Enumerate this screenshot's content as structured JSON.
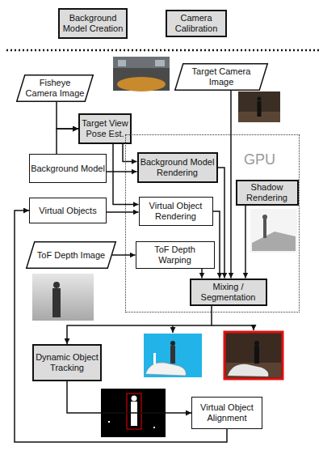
{
  "diagram": {
    "nodes": [
      {
        "text": [
          "Background Model Creation"
        ]
      },
      {
        "text": [
          "Camera Calibration"
        ]
      },
      {
        "text": [
          "Fisheye Camera Image"
        ]
      },
      {
        "text": [
          "Target Camera Image"
        ]
      },
      {
        "text": [
          "Target View Pose Est."
        ]
      },
      {
        "text": [
          "GPU"
        ]
      },
      {
        "text": [
          "Background Model"
        ]
      },
      {
        "text": [
          "Background Model Rendering"
        ],
        "in": 5
      },
      {
        "text": [
          "Shadow Rendering"
        ],
        "in": 5
      },
      {
        "text": [
          "Virtual Objects"
        ]
      },
      {
        "text": [
          "Virtual Object Rendering"
        ],
        "in": 5
      },
      {
        "text": [
          "ToF Depth Image"
        ]
      },
      {
        "text": [
          "ToF Depth Warping"
        ],
        "in": 5
      },
      {
        "text": [
          "Mixing / Segmentation"
        ],
        "in": 5
      },
      {
        "text": [
          "Dynamic Object Tracking"
        ]
      },
      {
        "text": [
          "Virtual Object Alignment"
        ]
      }
    ],
    "edges": [
      {
        "from": 2,
        "to": 4,
        "arrow": "to"
      },
      {
        "from": 6,
        "to": 4,
        "arrow": "to"
      },
      {
        "from": 4,
        "to": 7,
        "arrow": "to"
      },
      {
        "from": 4,
        "to": 10,
        "arrow": "to"
      },
      {
        "from": 6,
        "to": 7,
        "arrow": "to"
      },
      {
        "from": 9,
        "to": 10,
        "arrow": "to"
      },
      {
        "from": 11,
        "to": 12,
        "arrow": "to"
      },
      {
        "from": 3,
        "to": 13,
        "arrow": "to"
      },
      {
        "from": 7,
        "to": 13,
        "arrow": "to"
      },
      {
        "from": 8,
        "to": 13,
        "arrow": "to"
      },
      {
        "from": 10,
        "to": 13,
        "arrow": "to"
      },
      {
        "from": 12,
        "to": 13,
        "arrow": "to"
      },
      {
        "from": 13,
        "to": 14,
        "arrow": "to"
      },
      {
        "from": 14,
        "to": 15,
        "arrow": "to"
      },
      {
        "from": 15,
        "to": 9,
        "arrow": "to"
      }
    ]
  }
}
